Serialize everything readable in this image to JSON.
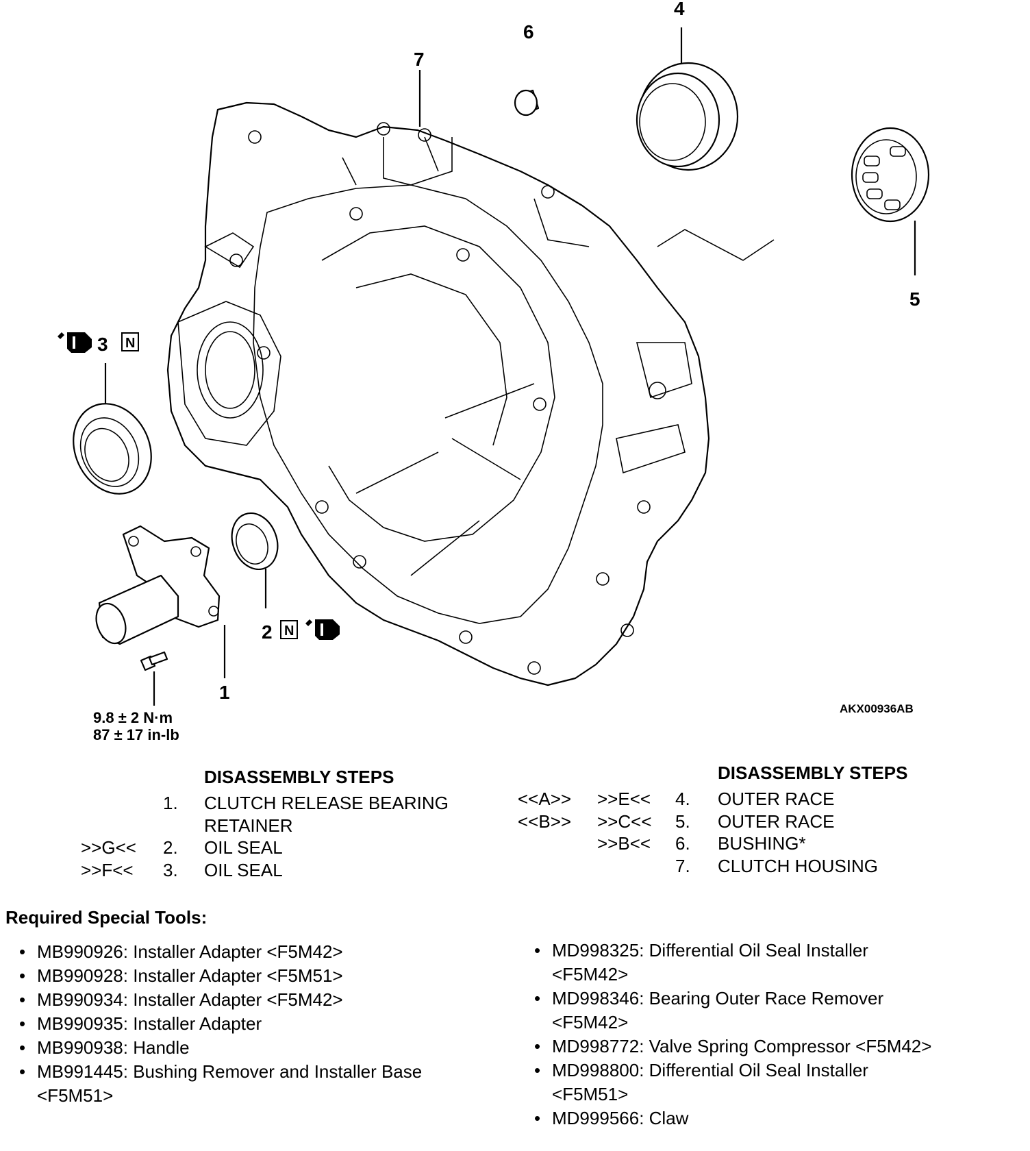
{
  "diagram": {
    "callouts": {
      "c1": "1",
      "c2": "2",
      "c3": "3",
      "c4": "4",
      "c5": "5",
      "c6": "6",
      "c7": "7"
    },
    "new_part_mark": "N",
    "torque_metric": "9.8 ± 2 N·m",
    "torque_imperial": "87 ± 17 in-lb",
    "figure_id": "AKX00936AB",
    "icons": [
      "grease-applicator-icon",
      "new-part-icon"
    ]
  },
  "left_steps": {
    "heading": "DISASSEMBLY STEPS",
    "rows": [
      {
        "code": "",
        "num": "1.",
        "text": "CLUTCH RELEASE BEARING"
      },
      {
        "code": "",
        "num": "",
        "text": "RETAINER"
      },
      {
        "code": ">>G<<",
        "num": "2.",
        "text": "OIL SEAL"
      },
      {
        "code": ">>F<<",
        "num": "3.",
        "text": "OIL SEAL"
      }
    ]
  },
  "right_steps": {
    "heading": "DISASSEMBLY STEPS",
    "rows": [
      {
        "code1": "<<A>>",
        "code2": ">>E<<",
        "num": "4.",
        "text": "OUTER RACE"
      },
      {
        "code1": "<<B>>",
        "code2": ">>C<<",
        "num": "5.",
        "text": "OUTER RACE"
      },
      {
        "code1": "",
        "code2": ">>B<<",
        "num": "6.",
        "text": "BUSHING*"
      },
      {
        "code1": "",
        "code2": "",
        "num": "7.",
        "text": "CLUTCH HOUSING"
      }
    ]
  },
  "tools": {
    "title": "Required Special Tools:",
    "left": [
      "MB990926: Installer Adapter <F5M42>",
      "MB990928: Installer Adapter <F5M51>",
      "MB990934: Installer Adapter <F5M42>",
      "MB990935: Installer Adapter",
      "MB990938: Handle",
      "MB991445: Bushing Remover and Installer Base <F5M51>"
    ],
    "right": [
      "MD998325: Differential Oil Seal Installer <F5M42>",
      "MD998346: Bearing Outer Race Remover <F5M42>",
      "MD998772: Valve Spring Compressor <F5M42>",
      "MD998800: Differential Oil Seal Installer <F5M51>",
      "MD999566: Claw"
    ]
  }
}
